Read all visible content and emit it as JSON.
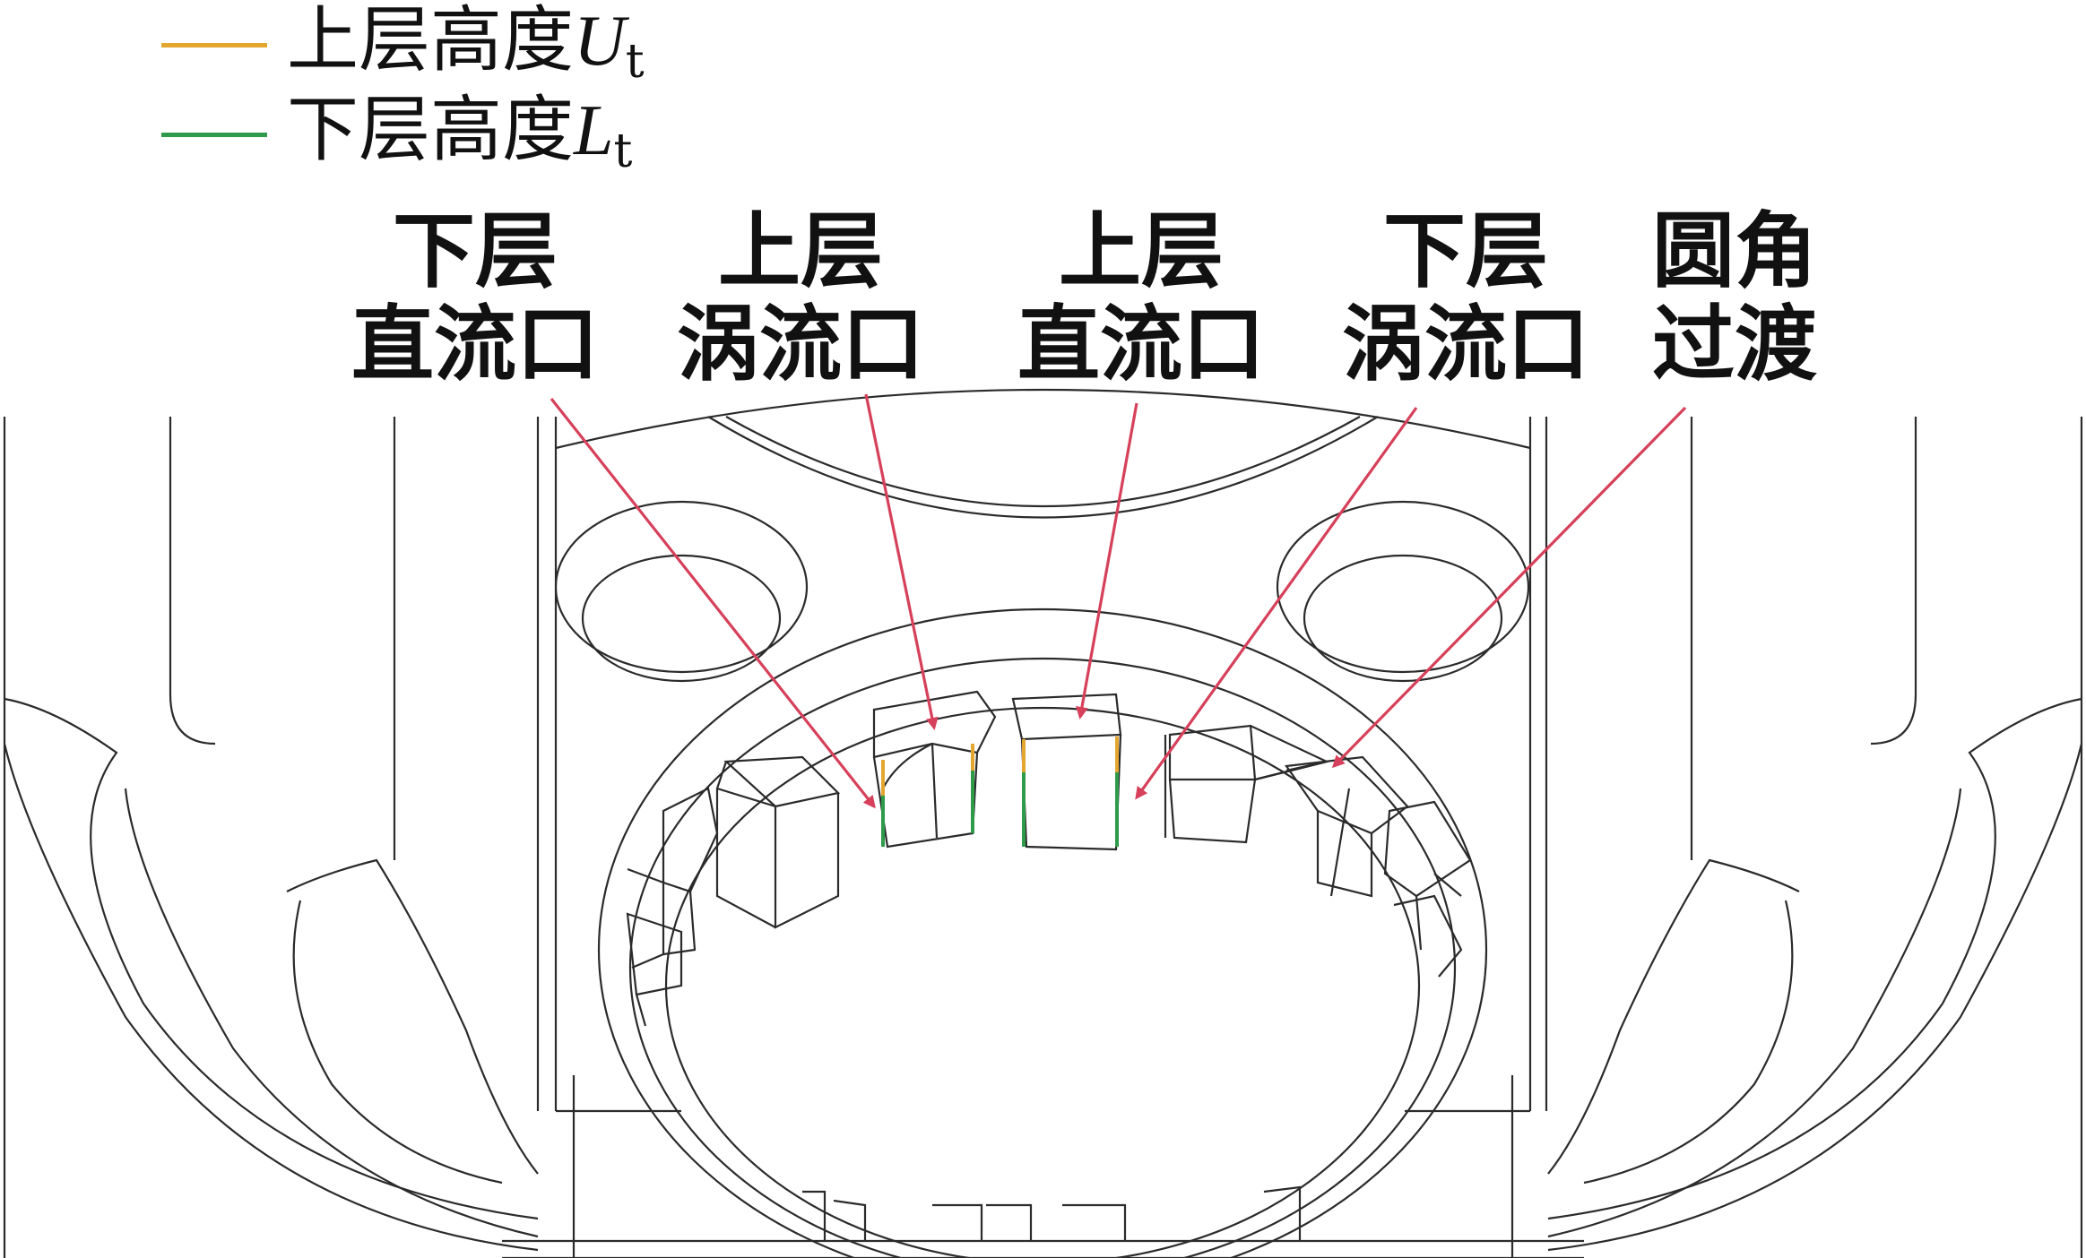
{
  "legend": [
    {
      "text": "上层高度",
      "symbol": "U",
      "subscript": "t",
      "color": "#e3a72f"
    },
    {
      "text": "下层高度",
      "symbol": "L",
      "subscript": "t",
      "color": "#2e9a4a"
    }
  ],
  "labels": [
    {
      "line1": "下层",
      "line2": "直流口"
    },
    {
      "line1": "上层",
      "line2": "涡流口"
    },
    {
      "line1": "上层",
      "line2": "直流口"
    },
    {
      "line1": "下层",
      "line2": "涡流口"
    },
    {
      "line1": "圆角",
      "line2": "过渡"
    }
  ],
  "colors": {
    "arrow": "#d6405a",
    "outline": "#2b2b2b",
    "upper_height": "#e3a72f",
    "lower_height": "#2e9a4a"
  }
}
